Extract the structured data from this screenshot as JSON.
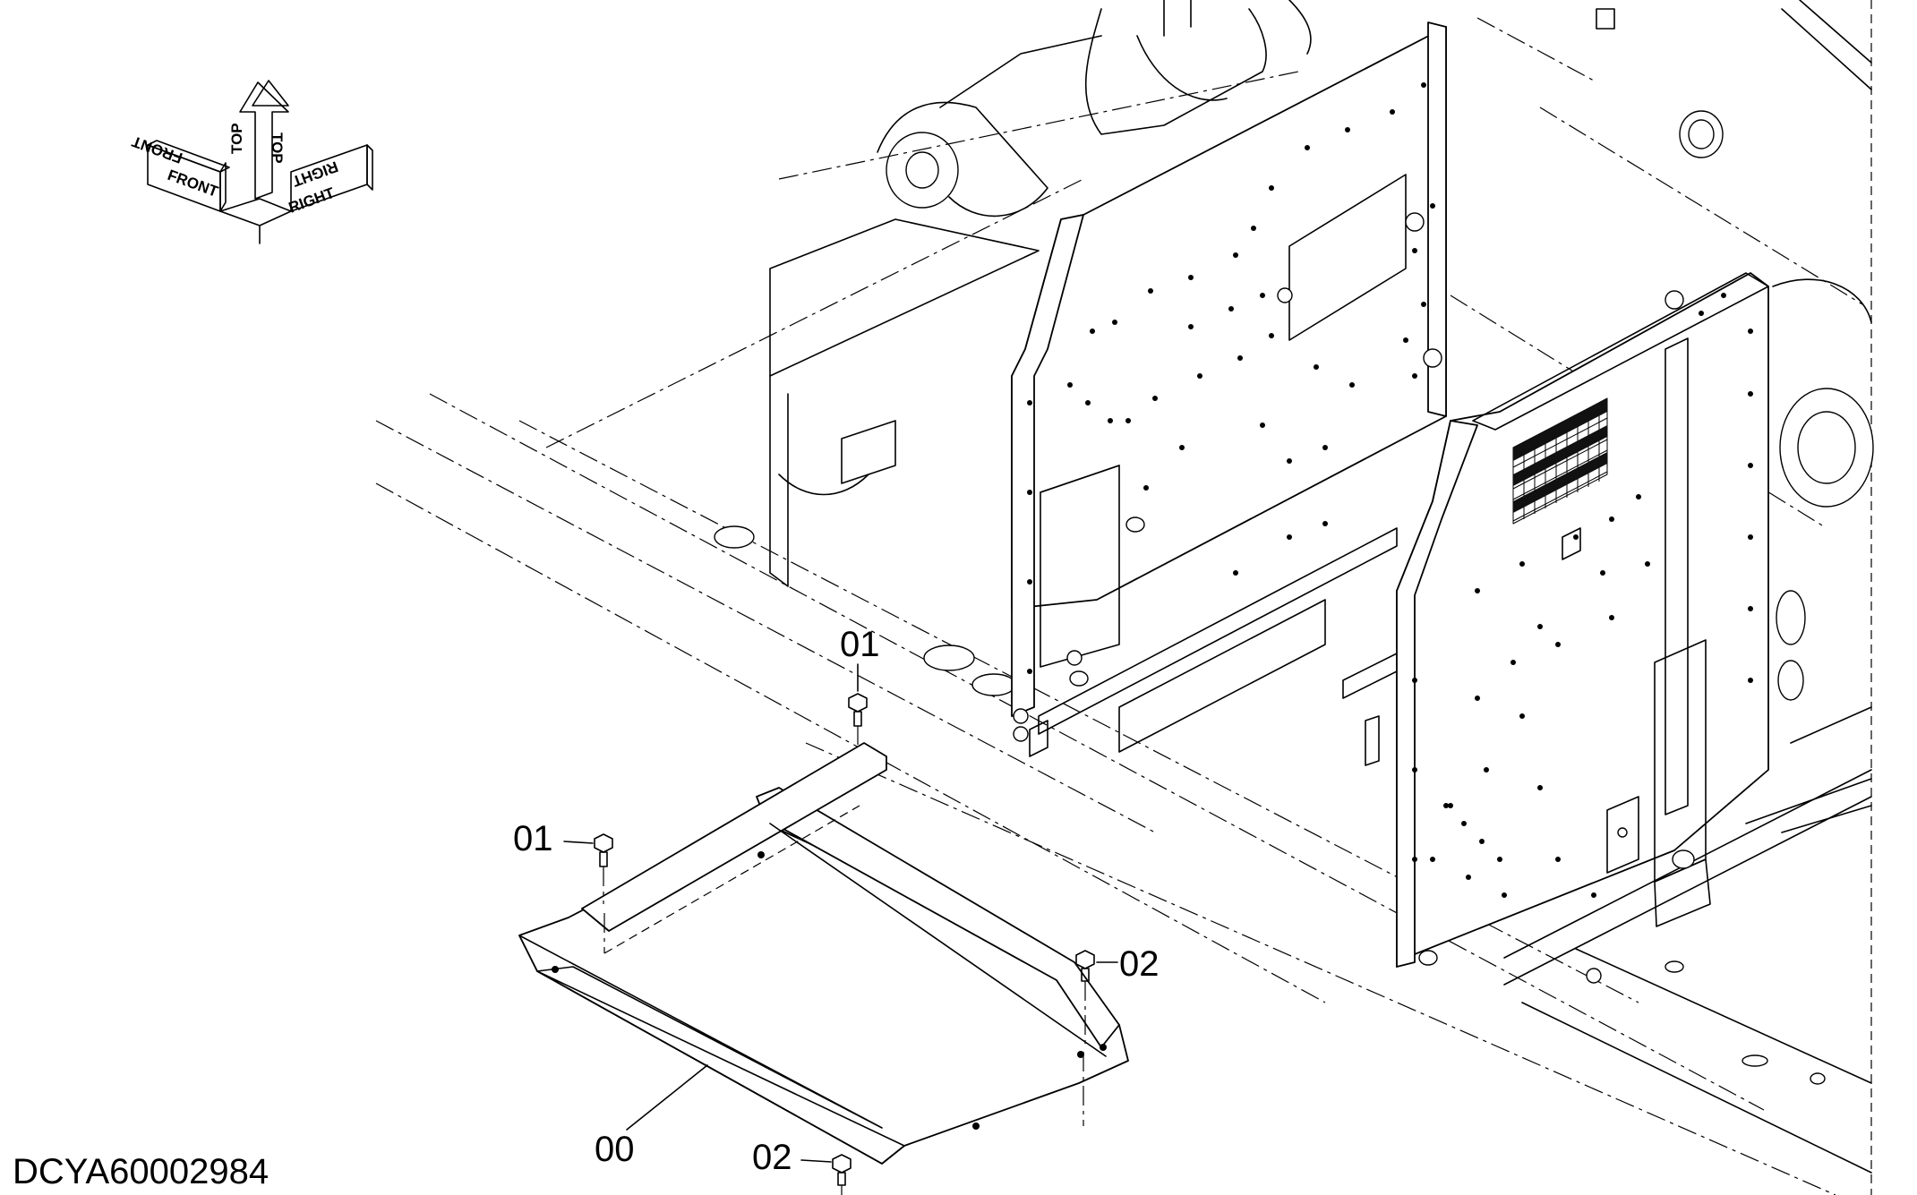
{
  "figure": {
    "drawing_number": "DCYA60002984",
    "orientation_labels": {
      "front_upper": "FRONT",
      "front_lower": "FRONT",
      "top_upper": "TOP",
      "top_lower": "TOP",
      "right_upper": "RIGHT",
      "right_lower": "RIGHT"
    },
    "callouts": [
      {
        "label": "01",
        "part": "bolt"
      },
      {
        "label": "01",
        "part": "bolt"
      },
      {
        "label": "02",
        "part": "bolt"
      },
      {
        "label": "02",
        "part": "bolt"
      },
      {
        "label": "00",
        "part": "under cover"
      }
    ]
  }
}
